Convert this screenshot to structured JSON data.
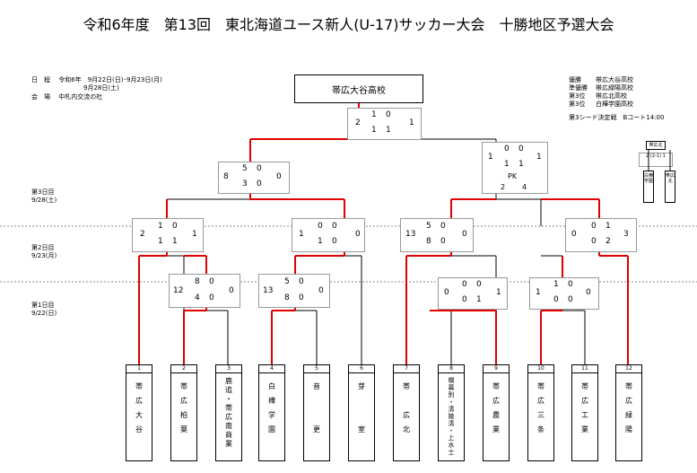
{
  "title": "令和6年度　第13回　東北海道ユース新人(U-17)サッカー大会　十勝地区予選大会",
  "info": {
    "schedule_label": "日　程",
    "schedule_line1": "令和6年　9月22日(日)･9月23日(月)",
    "schedule_line2": "9月28日(土)",
    "venue_label": "会　場",
    "venue": "中札内交流の杜"
  },
  "results": [
    {
      "rank": "優勝",
      "team": "帯広大谷高校"
    },
    {
      "rank": "準優勝",
      "team": "帯広緑陽高校"
    },
    {
      "rank": "第3位",
      "team": "帯広北高校"
    },
    {
      "rank": "第3位",
      "team": "白樺学園高校"
    }
  ],
  "third_seed": {
    "label": "第3シード決定戦　Bコート14:00",
    "header": "帯広北",
    "scores": [
      "2",
      "2",
      "1",
      "1",
      "1",
      "0",
      "0"
    ],
    "team_left": "白樺学園",
    "team_right": "帯広北"
  },
  "champion": "帯広大谷高校",
  "days": [
    {
      "label": "第3日目",
      "date": "9/28(土)"
    },
    {
      "label": "第2日目",
      "date": "9/23(月)"
    },
    {
      "label": "第1日目",
      "date": "9/22(日)"
    }
  ],
  "teams": [
    {
      "num": "1",
      "name": [
        "帯",
        "広",
        "大",
        "谷"
      ]
    },
    {
      "num": "2",
      "name": [
        "帯",
        "広",
        "柏",
        "葉"
      ]
    },
    {
      "num": "3",
      "name": [
        "鹿",
        "追",
        "・",
        "帯",
        "広",
        "南",
        "商",
        "業"
      ]
    },
    {
      "num": "4",
      "name": [
        "白",
        "樺",
        "学",
        "園"
      ]
    },
    {
      "num": "5",
      "name": [
        "音",
        "",
        "",
        "更"
      ]
    },
    {
      "num": "6",
      "name": [
        "芽",
        "",
        "",
        "室"
      ]
    },
    {
      "num": "7",
      "name": [
        "帯",
        "",
        "広",
        "北"
      ]
    },
    {
      "num": "8",
      "name": [
        "幌",
        "幕",
        "別",
        "・",
        "清",
        "陵",
        "清",
        "・",
        "上",
        "水",
        "士"
      ]
    },
    {
      "num": "9",
      "name": [
        "帯",
        "広",
        "農",
        "業"
      ]
    },
    {
      "num": "10",
      "name": [
        "帯",
        "広",
        "三",
        "条"
      ]
    },
    {
      "num": "11",
      "name": [
        "帯",
        "広",
        "工",
        "業"
      ]
    },
    {
      "num": "12",
      "name": [
        "帯",
        "広",
        "緑",
        "陽"
      ]
    }
  ],
  "matches": {
    "r1_a": {
      "left": "12",
      "right": "0",
      "h1": "8",
      "h1b": "0",
      "h2": "4",
      "h2b": "0"
    },
    "r1_b": {
      "left": "13",
      "right": "0",
      "h1": "5",
      "h1b": "0",
      "h2": "8",
      "h2b": "0"
    },
    "r1_c": {
      "left": "0",
      "right": "1",
      "h1": "0",
      "h1b": "0",
      "h2": "0",
      "h2b": "1"
    },
    "r1_d": {
      "left": "1",
      "right": "0",
      "h1": "1",
      "h1b": "0",
      "h2": "0",
      "h2b": "0"
    },
    "r2_a": {
      "left": "2",
      "right": "1",
      "h1": "1",
      "h1b": "0",
      "h2": "1",
      "h2b": "1"
    },
    "r2_b": {
      "left": "1",
      "right": "0",
      "h1": "0",
      "h1b": "0",
      "h2": "1",
      "h2b": "0"
    },
    "r2_c": {
      "left": "13",
      "right": "0",
      "h1": "5",
      "h1b": "0",
      "h2": "8",
      "h2b": "0"
    },
    "r2_d": {
      "left": "0",
      "right": "3",
      "h1": "0",
      "h1b": "1",
      "h2": "0",
      "h2b": "2"
    },
    "sf_a": {
      "left": "8",
      "right": "0",
      "h1": "5",
      "h1b": "0",
      "h2": "3",
      "h2b": "0"
    },
    "sf_b": {
      "left": "1",
      "right": "1",
      "h1": "0",
      "h1b": "0",
      "h2": "1",
      "h2b": "1",
      "pk_label": "PK",
      "pk_left": "2",
      "pk_right": "4"
    },
    "final": {
      "left": "2",
      "right": "1",
      "h1": "1",
      "h1b": "0",
      "h2": "1",
      "h2b": "1"
    }
  },
  "colors": {
    "winner_line": "#e00000",
    "line": "#000000",
    "divider": "#888888"
  }
}
